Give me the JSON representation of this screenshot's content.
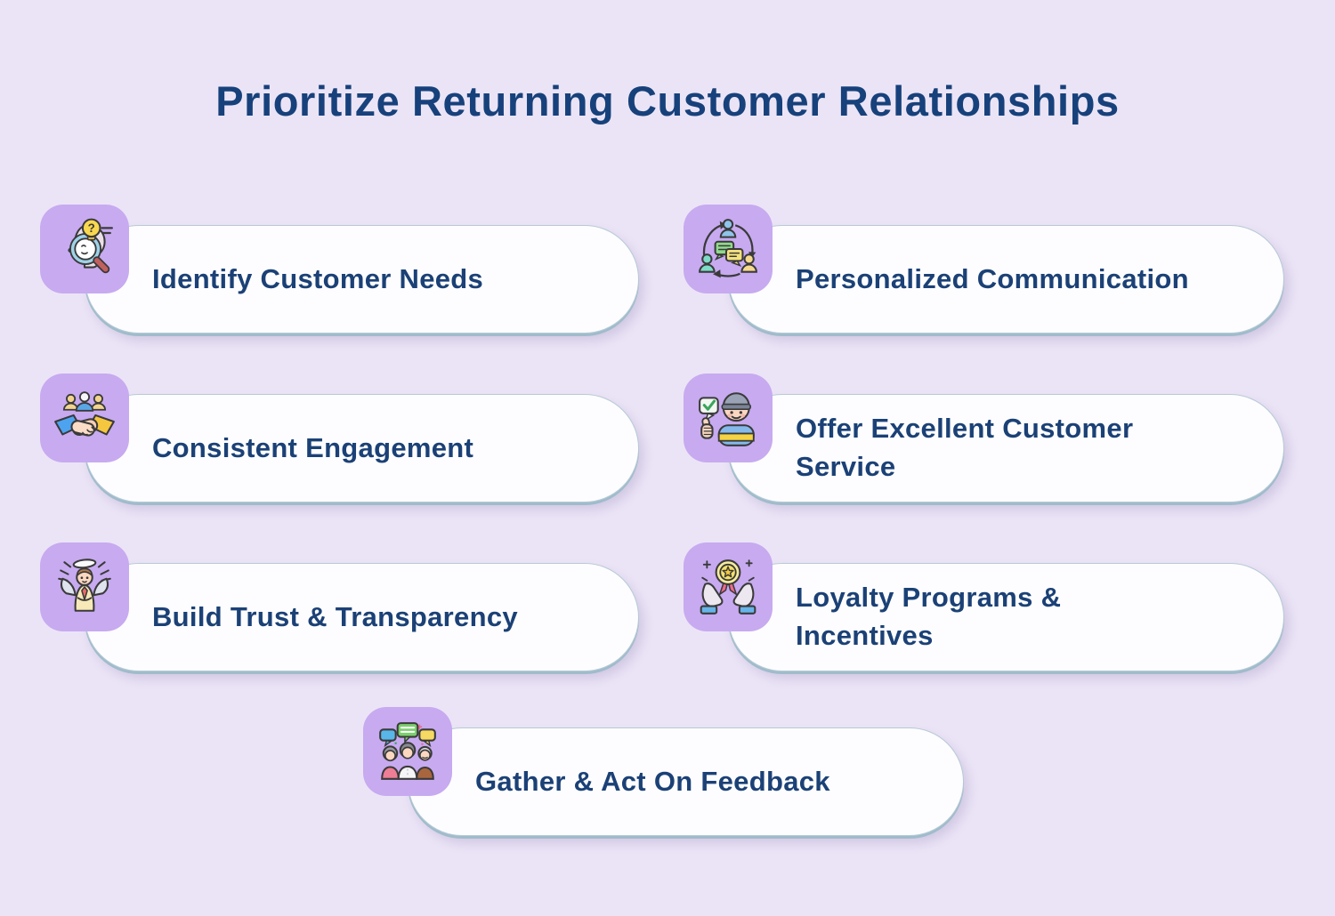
{
  "page": {
    "title": "Prioritize Returning Customer Relationships"
  },
  "colors": {
    "background": "#ebe4f6",
    "tile_purple": "#c7aaf0",
    "title_navy": "#17417b",
    "label_navy": "#1b4176",
    "pill_fill": "#fdfdff",
    "pill_border": "#9fbccb"
  },
  "cards": [
    {
      "label": "Identify Customer Needs",
      "icon": "head-lightbulb-magnifier-icon"
    },
    {
      "label": "Personalized Communication",
      "icon": "people-chat-cycle-icon"
    },
    {
      "label": "Consistent Engagement",
      "icon": "handshake-team-icon"
    },
    {
      "label": "Offer Excellent Customer Service",
      "icon": "support-agent-thumbs-up-icon"
    },
    {
      "label": "Build Trust & Transparency",
      "icon": "angel-icon"
    },
    {
      "label": "Loyalty Programs & Incentives",
      "icon": "hands-holding-award-icon"
    },
    {
      "label": "Gather & Act On Feedback",
      "icon": "people-feedback-bubbles-icon"
    }
  ]
}
